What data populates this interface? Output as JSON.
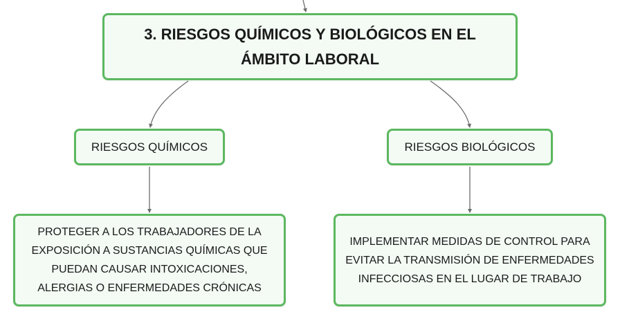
{
  "root": {
    "title": "3. RIESGOS QUÍMICOS Y BIOLÓGICOS EN EL ÁMBITO LABORAL"
  },
  "branches": [
    {
      "label": "RIESGOS QUÍMICOS",
      "description": "PROTEGER A LOS TRABAJADORES DE LA EXPOSICIÓN A SUSTANCIAS QUÍMICAS QUE PUEDAN CAUSAR INTOXICACIONES, ALERGIAS O ENFERMEDADES CRÓNICAS"
    },
    {
      "label": "RIESGOS BIOLÓGICOS",
      "description": "IMPLEMENTAR MEDIDAS DE CONTROL PARA EVITAR LA TRANSMISIÓN DE ENFERMEDADES INFECCIOSAS EN EL LUGAR DE TRABAJO"
    }
  ],
  "colors": {
    "node_border": "#5cb85f",
    "node_fill": "#f3fbf4",
    "connector": "#6b6b6b"
  }
}
